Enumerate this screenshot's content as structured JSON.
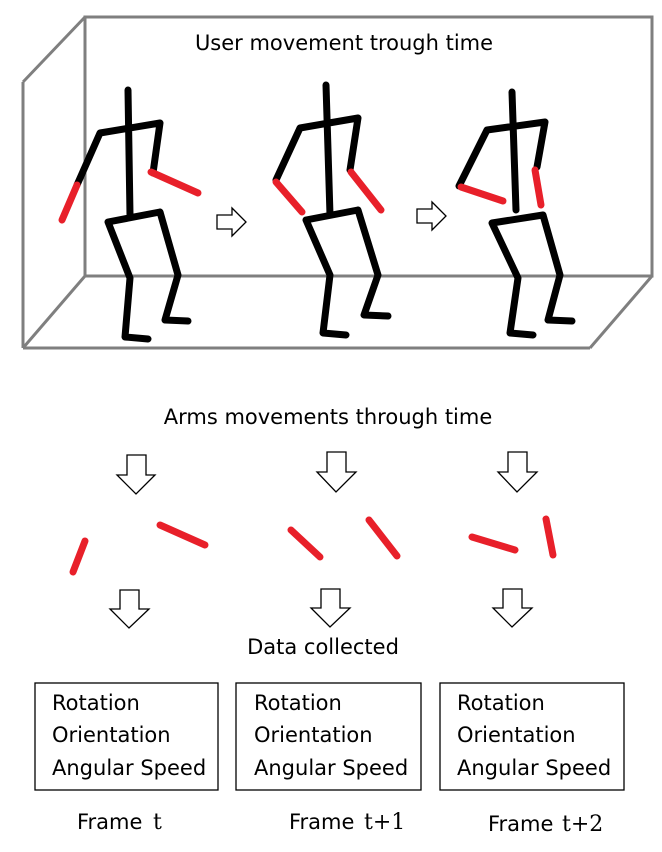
{
  "title_top": "User movement trough time",
  "title_arms": "Arms movements through time",
  "title_data": "Data collected",
  "boxes": [
    {
      "lines": [
        "Rotation",
        "Orientation",
        "Angular Speed"
      ],
      "frame_word": "Frame",
      "frame_id": "t"
    },
    {
      "lines": [
        "Rotation",
        "Orientation",
        "Angular Speed"
      ],
      "frame_word": "Frame",
      "frame_id": "t+1"
    },
    {
      "lines": [
        "Rotation",
        "Orientation",
        "Angular Speed"
      ],
      "frame_word": "Frame",
      "frame_id": "t+2"
    }
  ],
  "colors": {
    "arm": "#e8202a",
    "body": "#000000",
    "room": "#7f7f7f"
  },
  "icons": [
    "right-arrow-icon",
    "down-arrow-icon"
  ]
}
